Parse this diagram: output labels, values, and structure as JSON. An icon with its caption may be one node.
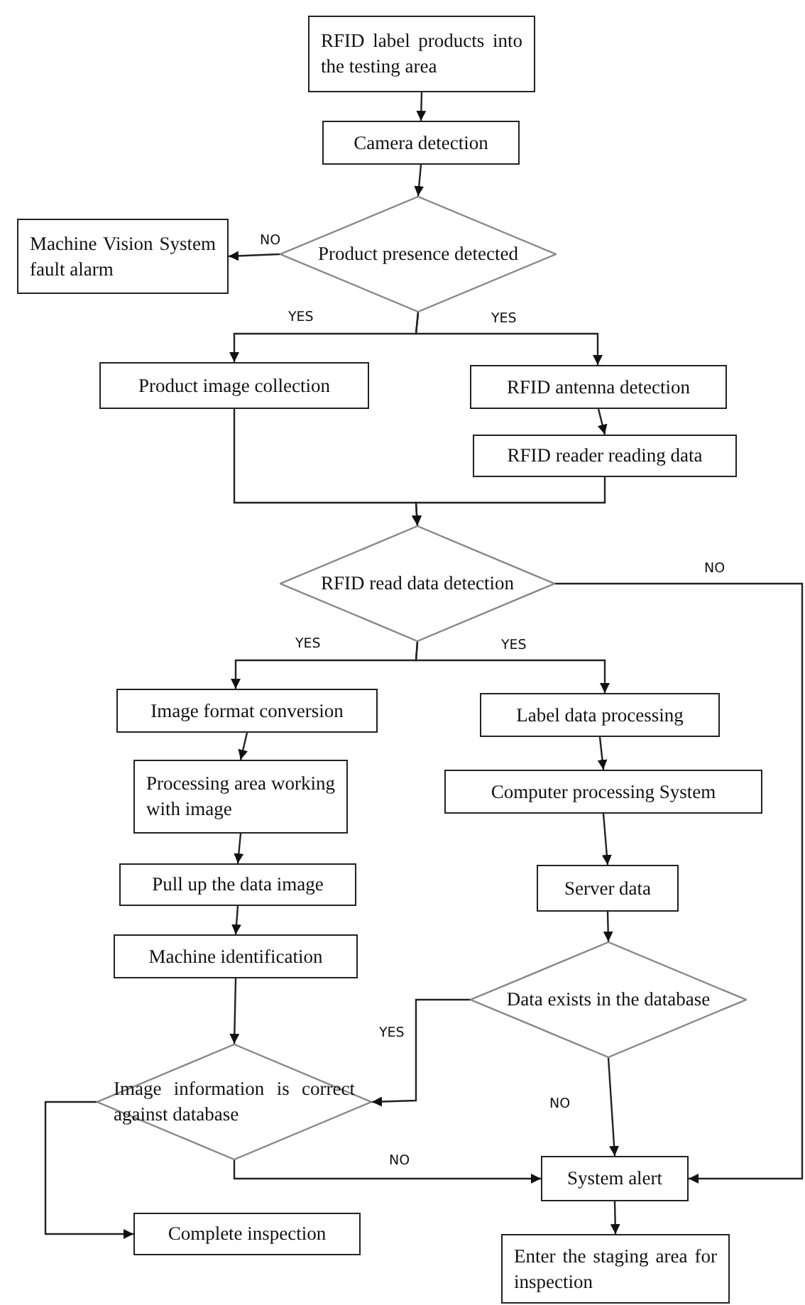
{
  "diagram": {
    "nodes": [
      {
        "text": [
          "RFID label products into the testing area"
        ]
      },
      {
        "text": [
          "Camera detection"
        ]
      },
      {
        "text": [
          "Product presence detected"
        ]
      },
      {
        "text": [
          "Machine Vision System fault alarm"
        ]
      },
      {
        "text": [
          "Product image collection"
        ]
      },
      {
        "text": [
          "RFID antenna detection"
        ]
      },
      {
        "text": [
          "RFID reader reading data"
        ]
      },
      {
        "text": [
          "RFID read data detection"
        ]
      },
      {
        "text": [
          "Image format conversion"
        ]
      },
      {
        "text": [
          "Label data processing"
        ]
      },
      {
        "text": [
          "Processing area working with image"
        ]
      },
      {
        "text": [
          "Computer processing System"
        ]
      },
      {
        "text": [
          "Pull up the data image"
        ]
      },
      {
        "text": [
          "Server data"
        ]
      },
      {
        "text": [
          "Machine identification"
        ]
      },
      {
        "text": [
          "Data exists in the database"
        ]
      },
      {
        "text": [
          "Image information is correct against database"
        ]
      },
      {
        "text": [
          "System alert"
        ]
      },
      {
        "text": [
          "Complete inspection"
        ]
      },
      {
        "text": [
          "Enter the staging area for inspection"
        ]
      }
    ],
    "edges": [
      {
        "from": 0,
        "to": 1,
        "arrow": "to"
      },
      {
        "from": 1,
        "to": 2,
        "arrow": "to"
      },
      {
        "from": 2,
        "to": 3,
        "arrow": "to",
        "label": "NO"
      },
      {
        "from": 2,
        "to": 4,
        "arrow": "to",
        "label": "YES"
      },
      {
        "from": 2,
        "to": 5,
        "arrow": "to",
        "label": "YES"
      },
      {
        "from": 5,
        "to": 6,
        "arrow": "to"
      },
      {
        "from": 4,
        "to": 7,
        "arrow": "to"
      },
      {
        "from": 6,
        "to": 7,
        "arrow": "to"
      },
      {
        "from": 7,
        "to": 17,
        "arrow": "to",
        "label": "NO"
      },
      {
        "from": 7,
        "to": 8,
        "arrow": "to",
        "label": "YES"
      },
      {
        "from": 7,
        "to": 9,
        "arrow": "to",
        "label": "YES"
      },
      {
        "from": 8,
        "to": 10,
        "arrow": "to"
      },
      {
        "from": 10,
        "to": 12,
        "arrow": "to"
      },
      {
        "from": 12,
        "to": 14,
        "arrow": "to"
      },
      {
        "from": 14,
        "to": 16,
        "arrow": "to"
      },
      {
        "from": 9,
        "to": 11,
        "arrow": "to"
      },
      {
        "from": 11,
        "to": 13,
        "arrow": "to"
      },
      {
        "from": 13,
        "to": 15,
        "arrow": "to"
      },
      {
        "from": 15,
        "to": 16,
        "arrow": "to",
        "label": "YES"
      },
      {
        "from": 15,
        "to": 17,
        "arrow": "to",
        "label": "NO"
      },
      {
        "from": 16,
        "to": 17,
        "arrow": "to",
        "label": "NO"
      },
      {
        "from": 16,
        "to": 18,
        "arrow": "to"
      },
      {
        "from": 17,
        "to": 19,
        "arrow": "to"
      }
    ]
  }
}
